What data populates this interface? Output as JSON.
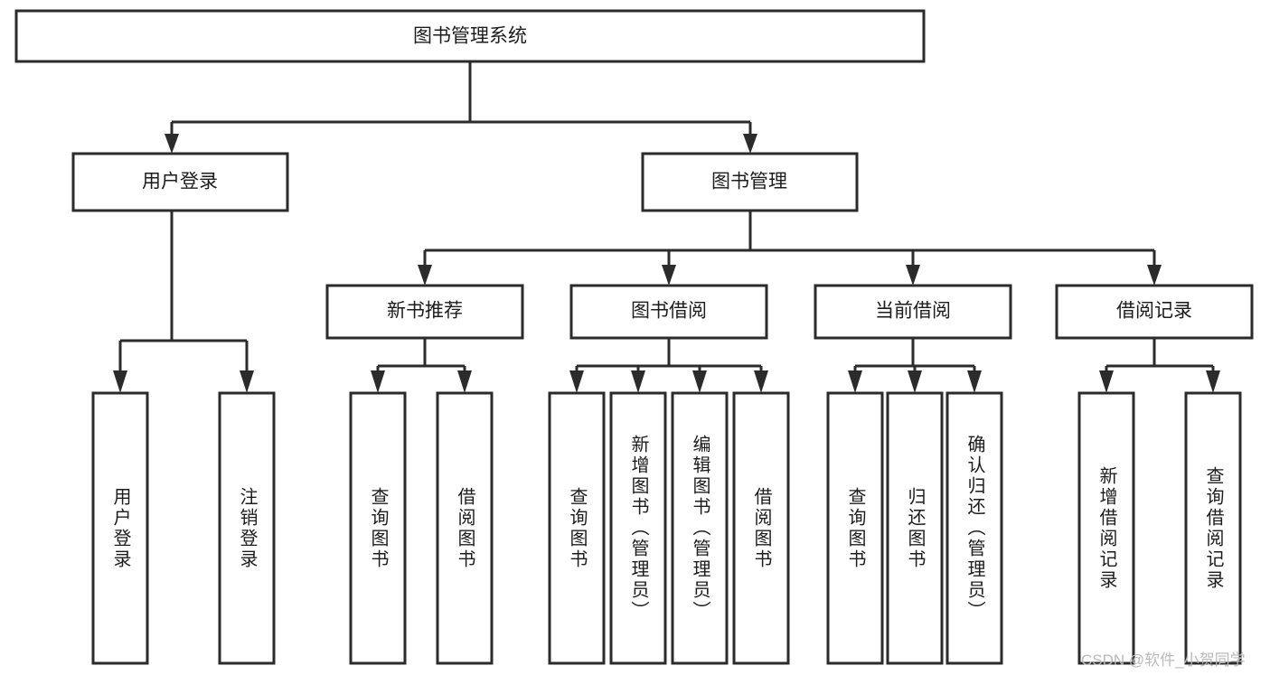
{
  "diagram": {
    "title": "图书管理系统",
    "type": "tree-hierarchy",
    "background_color": "#ffffff",
    "line_color": "#2b2b2b",
    "text_color": "#1c1c1c",
    "root": {
      "id": "root",
      "label": "图书管理系统"
    },
    "level2": [
      {
        "id": "user-login",
        "label": "用户登录"
      },
      {
        "id": "book-manage",
        "label": "图书管理"
      }
    ],
    "level3": [
      {
        "id": "new-book-rec",
        "label": "新书推荐",
        "parent": "book-manage"
      },
      {
        "id": "book-borrow",
        "label": "图书借阅",
        "parent": "book-manage"
      },
      {
        "id": "current-borrow",
        "label": "当前借阅",
        "parent": "book-manage"
      },
      {
        "id": "borrow-record",
        "label": "借阅记录",
        "parent": "book-manage"
      }
    ],
    "leaves": [
      {
        "id": "leaf-user-login",
        "label": "用户登录",
        "parent": "user-login"
      },
      {
        "id": "leaf-logout",
        "label": "注销登录",
        "parent": "user-login"
      },
      {
        "id": "leaf-query-book-1",
        "label": "查询图书",
        "parent": "new-book-rec"
      },
      {
        "id": "leaf-borrow-book-1",
        "label": "借阅图书",
        "parent": "new-book-rec"
      },
      {
        "id": "leaf-query-book-2",
        "label": "查询图书",
        "parent": "book-borrow"
      },
      {
        "id": "leaf-add-book",
        "label": "新增图书（管理员）",
        "parent": "book-borrow"
      },
      {
        "id": "leaf-edit-book",
        "label": "编辑图书（管理员）",
        "parent": "book-borrow"
      },
      {
        "id": "leaf-borrow-book-2",
        "label": "借阅图书",
        "parent": "book-borrow"
      },
      {
        "id": "leaf-query-book-3",
        "label": "查询图书",
        "parent": "current-borrow"
      },
      {
        "id": "leaf-return-book",
        "label": "归还图书",
        "parent": "current-borrow"
      },
      {
        "id": "leaf-confirm-return",
        "label": "确认归还（管理员）",
        "parent": "current-borrow"
      },
      {
        "id": "leaf-add-record",
        "label": "新增借阅记录",
        "parent": "borrow-record"
      },
      {
        "id": "leaf-query-record",
        "label": "查询借阅记录",
        "parent": "borrow-record"
      }
    ]
  },
  "watermark": {
    "text": "CSDN @软件_小贺同学"
  }
}
